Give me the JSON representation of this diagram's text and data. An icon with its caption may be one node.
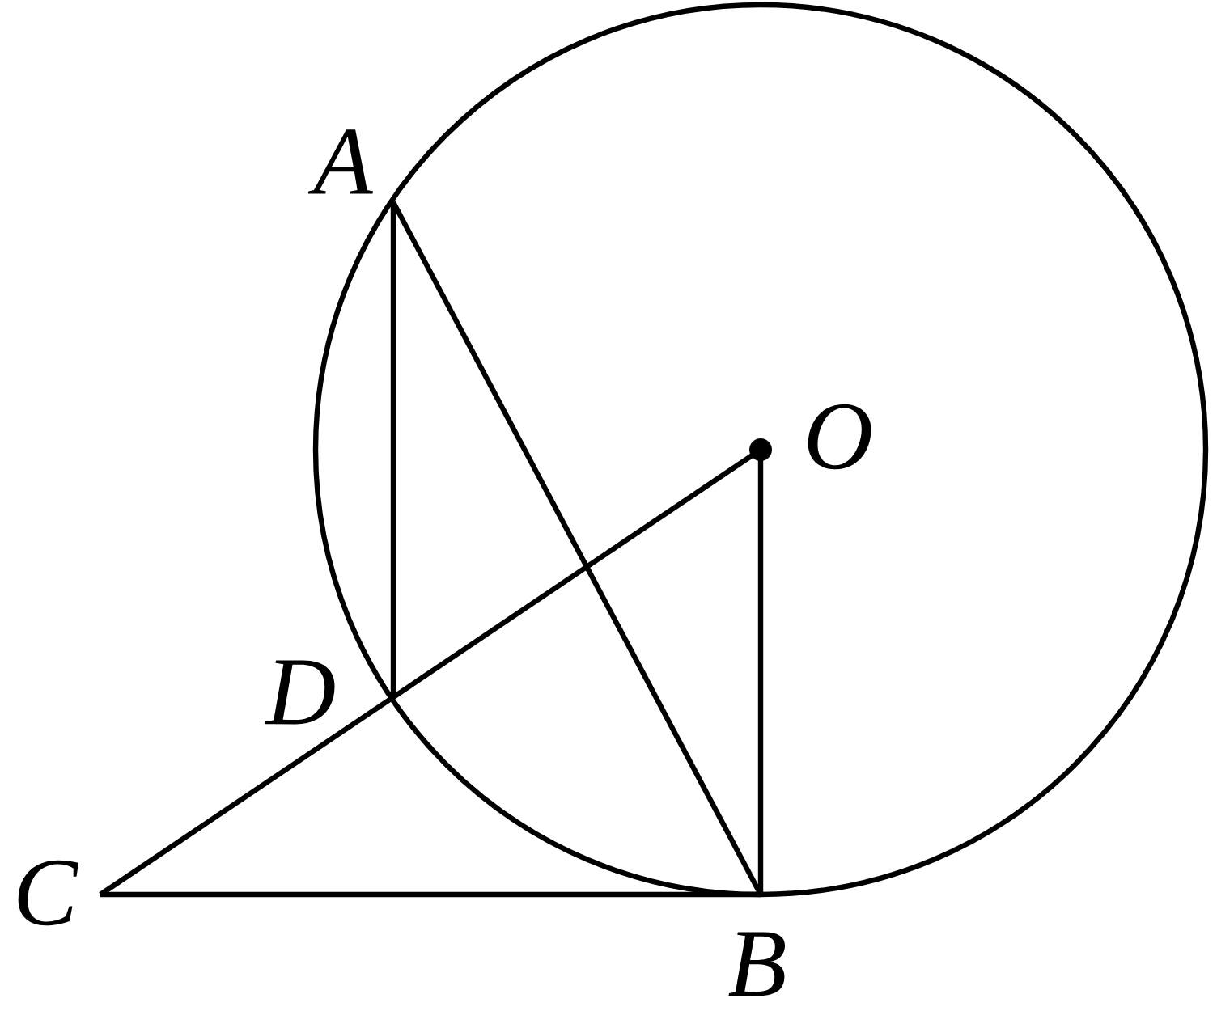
{
  "diagram": {
    "nodes": [
      {
        "text": [
          "A"
        ]
      },
      {
        "text": [
          "O"
        ]
      },
      {
        "text": [
          "D"
        ]
      },
      {
        "text": [
          "C"
        ]
      },
      {
        "text": [
          "B"
        ]
      }
    ],
    "edges": [
      {
        "from": 0,
        "to": 2,
        "arrow": "none"
      },
      {
        "from": 0,
        "to": 4,
        "arrow": "none"
      },
      {
        "from": 3,
        "to": 4,
        "arrow": "none"
      },
      {
        "from": 3,
        "to": 1,
        "arrow": "none"
      },
      {
        "from": 1,
        "to": 4,
        "arrow": "none"
      }
    ]
  }
}
